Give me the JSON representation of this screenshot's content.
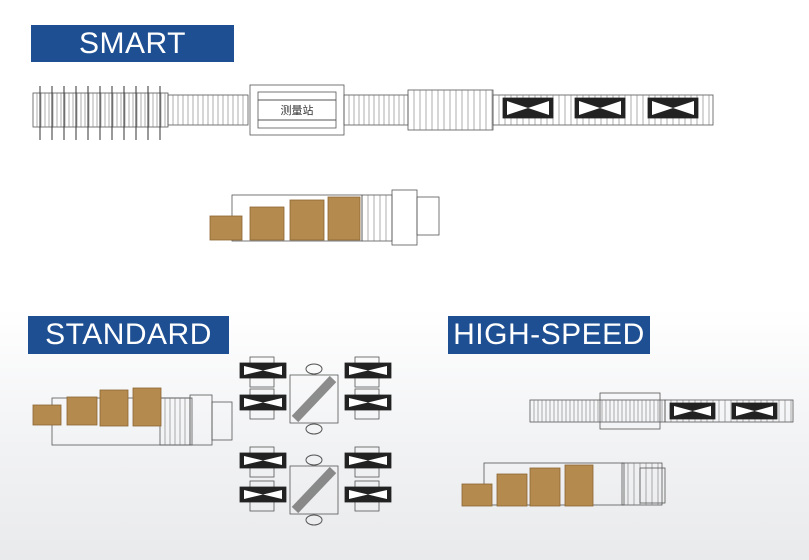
{
  "sections": {
    "smart": {
      "label": "SMART",
      "station_label": "测量站"
    },
    "standard": {
      "label": "STANDARD"
    },
    "high_speed": {
      "label": "HIGH-SPEED"
    }
  },
  "colors": {
    "banner": "#1f4f93",
    "carton": "#b58a4f",
    "line": "#555555"
  }
}
